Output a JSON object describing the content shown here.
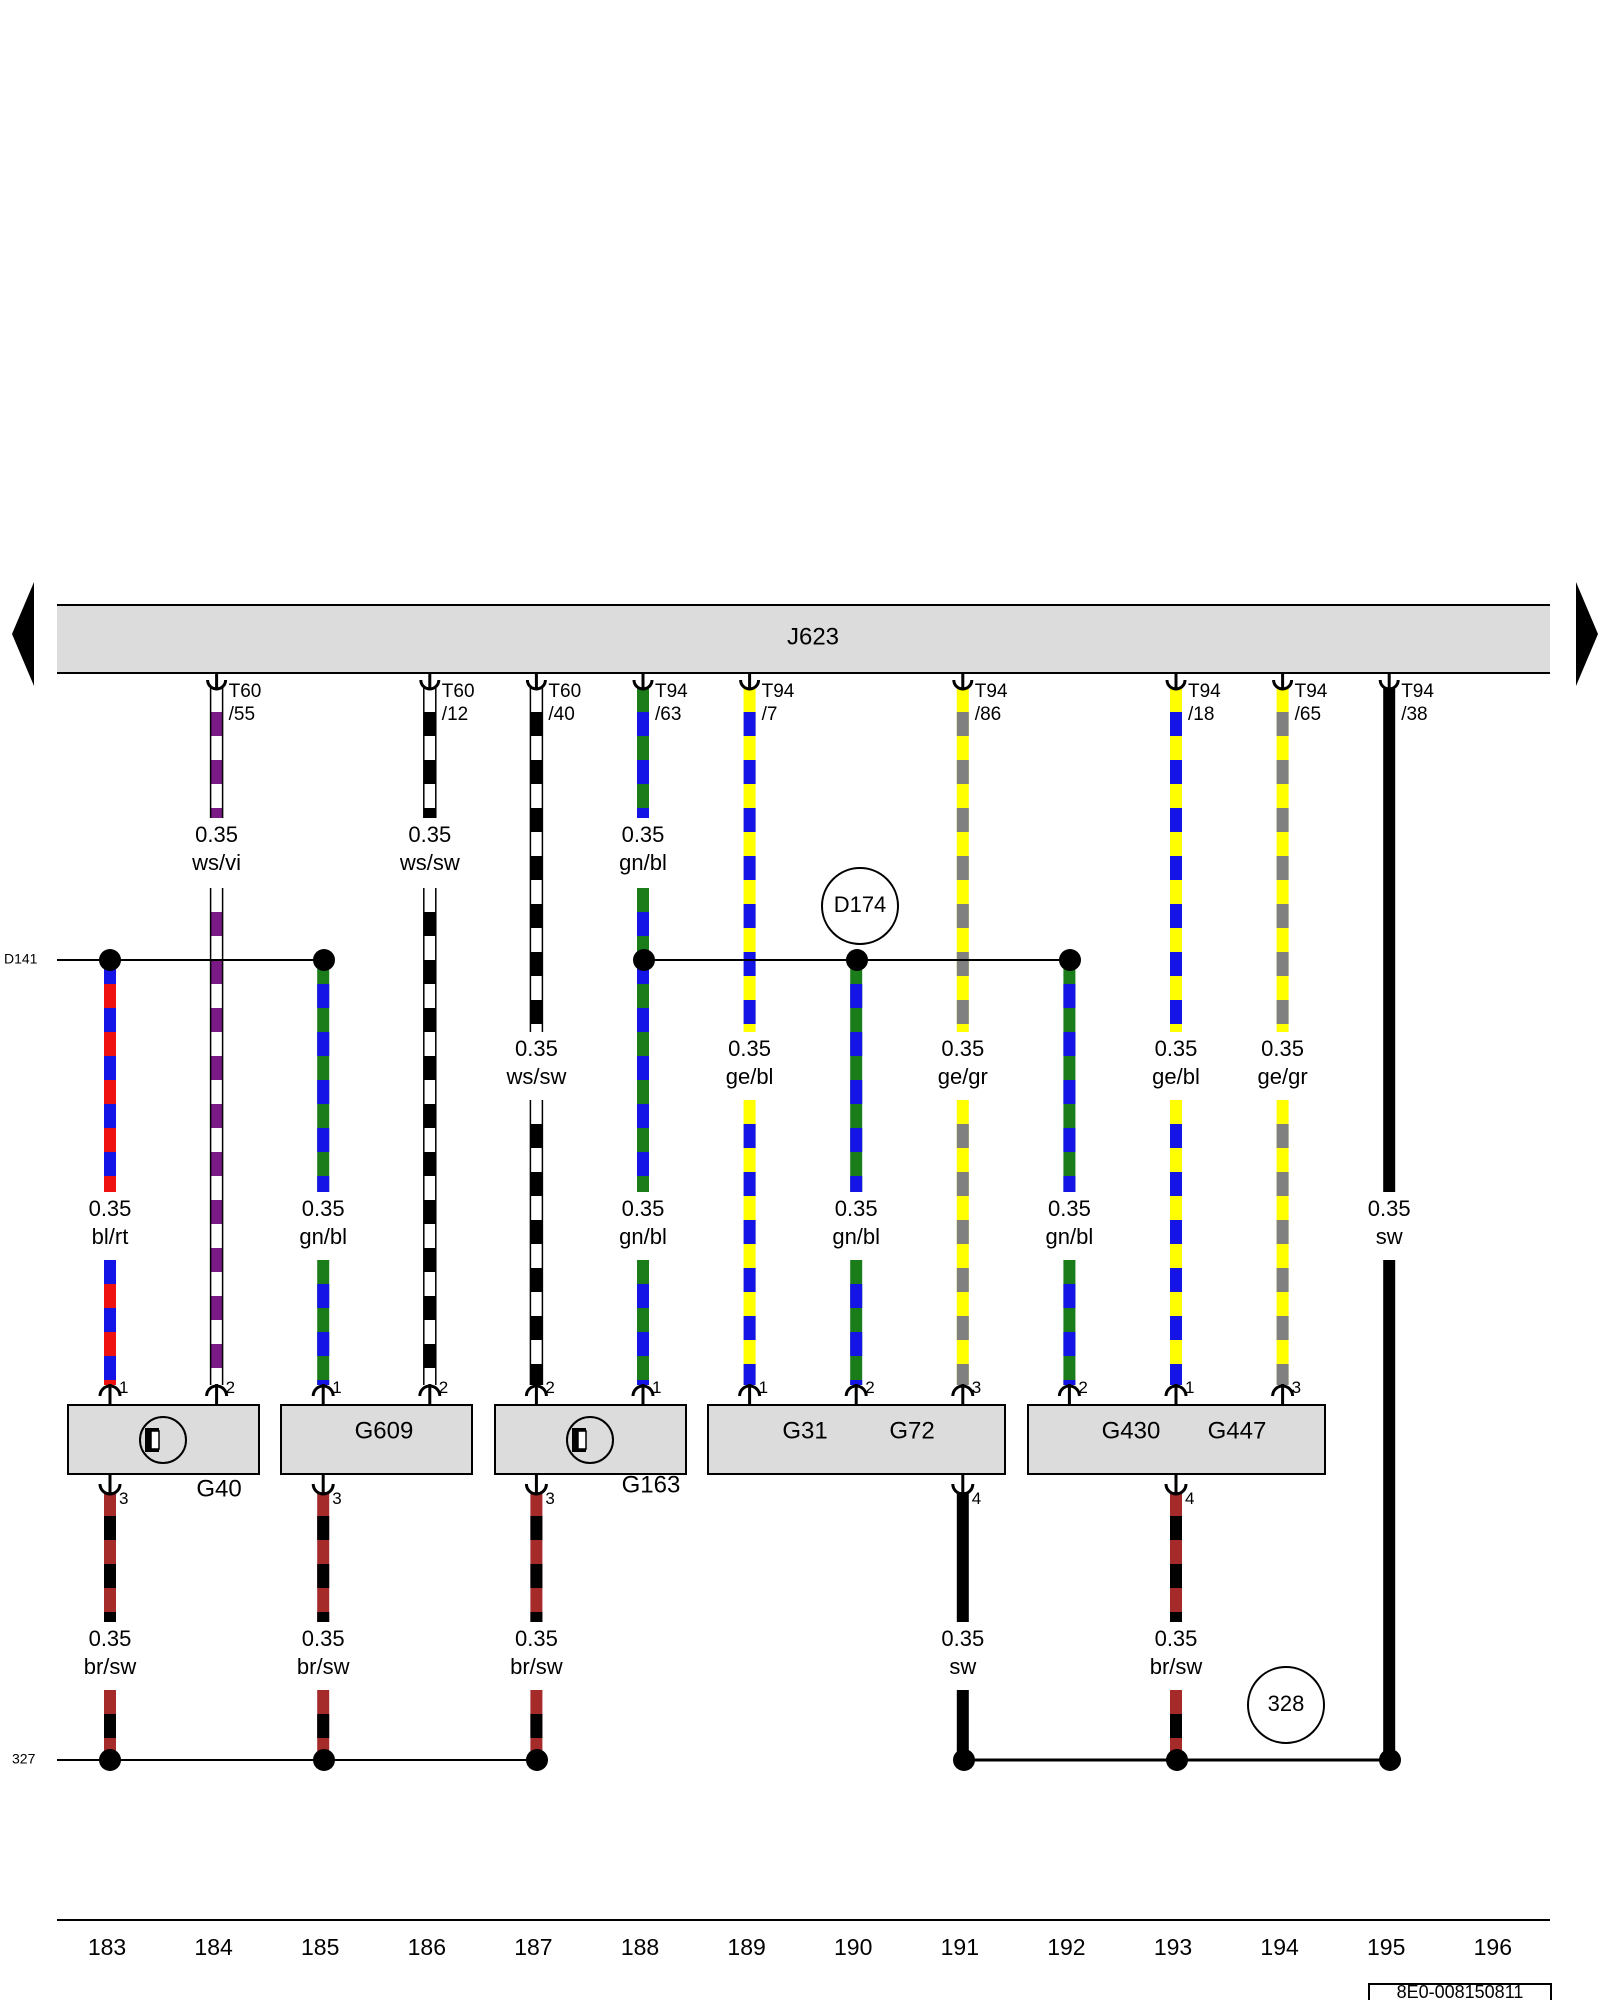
{
  "control_unit": {
    "label": "J623"
  },
  "bus_lines": {
    "top": {
      "label": "D141"
    },
    "bottom": {
      "label": "327"
    }
  },
  "connectors": [
    {
      "id": "c184",
      "col": 184,
      "top": "T60",
      "bottom": "/55"
    },
    {
      "id": "c186",
      "col": 186,
      "top": "T60",
      "bottom": "/12"
    },
    {
      "id": "c187",
      "col": 187,
      "top": "T60",
      "bottom": "/40"
    },
    {
      "id": "c188",
      "col": 188,
      "top": "T94",
      "bottom": "/63"
    },
    {
      "id": "c189",
      "col": 189,
      "top": "T94",
      "bottom": "/7"
    },
    {
      "id": "c191",
      "col": 191,
      "top": "T94",
      "bottom": "/86"
    },
    {
      "id": "c193",
      "col": 193,
      "top": "T94",
      "bottom": "/18"
    },
    {
      "id": "c194",
      "col": 194,
      "top": "T94",
      "bottom": "/65"
    },
    {
      "id": "c195",
      "col": 195,
      "top": "T94",
      "bottom": "/38"
    }
  ],
  "wire_labels": [
    {
      "col": 184,
      "row": "r1",
      "gauge": "0.35",
      "color": "ws/vi"
    },
    {
      "col": 186,
      "row": "r1",
      "gauge": "0.35",
      "color": "ws/sw"
    },
    {
      "col": 188,
      "row": "r1",
      "gauge": "0.35",
      "color": "gn/bl"
    },
    {
      "col": 187,
      "row": "r2",
      "gauge": "0.35",
      "color": "ws/sw"
    },
    {
      "col": 189,
      "row": "r2",
      "gauge": "0.35",
      "color": "ge/bl"
    },
    {
      "col": 191,
      "row": "r2",
      "gauge": "0.35",
      "color": "ge/gr"
    },
    {
      "col": 193,
      "row": "r2",
      "gauge": "0.35",
      "color": "ge/bl"
    },
    {
      "col": 194,
      "row": "r2",
      "gauge": "0.35",
      "color": "ge/gr"
    },
    {
      "col": 183,
      "row": "r3",
      "gauge": "0.35",
      "color": "bl/rt"
    },
    {
      "col": 185,
      "row": "r3",
      "gauge": "0.35",
      "color": "gn/bl"
    },
    {
      "col": 188,
      "row": "r3",
      "gauge": "0.35",
      "color": "gn/bl"
    },
    {
      "col": 190,
      "row": "r3",
      "gauge": "0.35",
      "color": "gn/bl"
    },
    {
      "col": 192,
      "row": "r3",
      "gauge": "0.35",
      "color": "gn/bl"
    },
    {
      "col": 195,
      "row": "r3",
      "gauge": "0.35",
      "color": "sw"
    },
    {
      "col": 183,
      "row": "r4",
      "gauge": "0.35",
      "color": "br/sw"
    },
    {
      "col": 185,
      "row": "r4",
      "gauge": "0.35",
      "color": "br/sw"
    },
    {
      "col": 187,
      "row": "r4",
      "gauge": "0.35",
      "color": "br/sw"
    },
    {
      "col": 191,
      "row": "r4",
      "gauge": "0.35",
      "color": "sw"
    },
    {
      "col": 193,
      "row": "r4",
      "gauge": "0.35",
      "color": "br/sw"
    }
  ],
  "components": [
    {
      "id": "g40",
      "label": "G40"
    },
    {
      "id": "g609",
      "label": "G609"
    },
    {
      "id": "g163",
      "label": "G163"
    },
    {
      "id": "g31",
      "label": "G31"
    },
    {
      "id": "g72",
      "label": "G72"
    },
    {
      "id": "g430",
      "label": "G430"
    },
    {
      "id": "g447",
      "label": "G447"
    }
  ],
  "pins": [
    {
      "col": 183,
      "side": "top",
      "num": "1"
    },
    {
      "col": 184,
      "side": "top",
      "num": "2"
    },
    {
      "col": 185,
      "side": "top",
      "num": "1"
    },
    {
      "col": 186,
      "side": "top",
      "num": "2"
    },
    {
      "col": 187,
      "side": "top",
      "num": "2"
    },
    {
      "col": 188,
      "side": "top",
      "num": "1"
    },
    {
      "col": 189,
      "side": "top",
      "num": "1"
    },
    {
      "col": 190,
      "side": "top",
      "num": "2"
    },
    {
      "col": 191,
      "side": "top",
      "num": "3"
    },
    {
      "col": 192,
      "side": "top",
      "num": "2"
    },
    {
      "col": 193,
      "side": "top",
      "num": "1"
    },
    {
      "col": 194,
      "side": "top",
      "num": "3"
    },
    {
      "col": 183,
      "side": "bottom",
      "num": "3"
    },
    {
      "col": 185,
      "side": "bottom",
      "num": "3"
    },
    {
      "col": 187,
      "side": "bottom",
      "num": "3"
    },
    {
      "col": 191,
      "side": "bottom",
      "num": "4"
    },
    {
      "col": 193,
      "side": "bottom",
      "num": "4"
    }
  ],
  "circle_refs": [
    {
      "id": "d174",
      "label": "D174"
    },
    {
      "id": "r328",
      "label": "328"
    }
  ],
  "columns": [
    "183",
    "184",
    "185",
    "186",
    "187",
    "188",
    "189",
    "190",
    "191",
    "192",
    "193",
    "194",
    "195",
    "196"
  ],
  "footer": {
    "doc_number": "8E0-008150811"
  },
  "wire_colors": {
    "ws": "#ffffff",
    "vi": "#7b1a86",
    "sw": "#000000",
    "gn": "#1a7d1a",
    "bl": "#1414e6",
    "rt": "#ef1010",
    "ge": "#ffff00",
    "gr": "#808080",
    "br": "#a52a2a"
  },
  "box_fill": "#dcdcdc"
}
